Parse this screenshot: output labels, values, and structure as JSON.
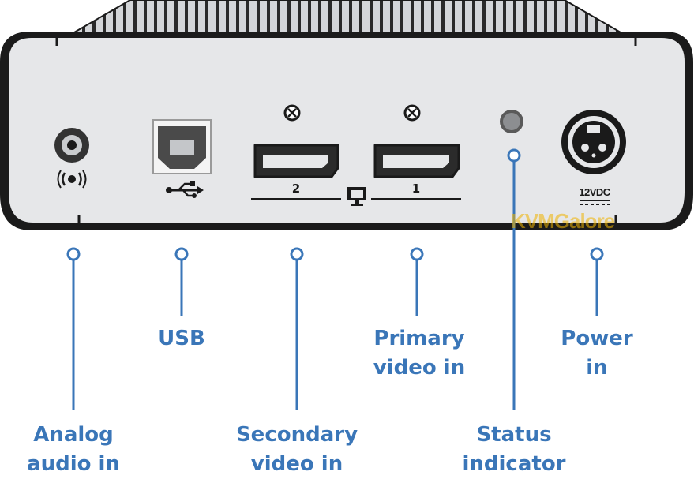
{
  "device": {
    "port_numbers": [
      "2",
      "1"
    ],
    "power_rating": "12VDC",
    "watermark": "KVMGalore"
  },
  "colors": {
    "callout": "#3a76b8",
    "panel": "#e6e7e9",
    "outline": "#1a1a1a"
  },
  "callouts": [
    {
      "id": "analog-audio-in",
      "lines": [
        "Analog",
        "audio in"
      ]
    },
    {
      "id": "usb",
      "lines": [
        "USB"
      ]
    },
    {
      "id": "secondary-video-in",
      "lines": [
        "Secondary",
        "video in"
      ]
    },
    {
      "id": "primary-video-in",
      "lines": [
        "Primary",
        "video in"
      ]
    },
    {
      "id": "status-indicator",
      "lines": [
        "Status",
        "indicator"
      ]
    },
    {
      "id": "power-in",
      "lines": [
        "Power",
        "in"
      ]
    }
  ]
}
